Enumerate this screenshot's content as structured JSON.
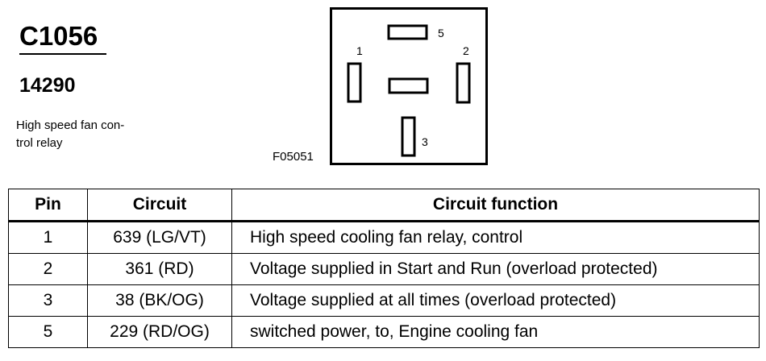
{
  "connector": {
    "id": "C1056",
    "part_number": "14290",
    "description": "High speed fan con-\ntrol relay",
    "figure_id": "F05051"
  },
  "diagram": {
    "pin_labels": {
      "pin1": "1",
      "pin2": "2",
      "pin3": "3",
      "pin5": "5"
    }
  },
  "table": {
    "headers": {
      "pin": "Pin",
      "circuit": "Circuit",
      "function": "Circuit function"
    },
    "rows": [
      {
        "pin": "1",
        "circuit": "639 (LG/VT)",
        "function": "High speed cooling fan relay, control"
      },
      {
        "pin": "2",
        "circuit": "361 (RD)",
        "function": "Voltage supplied in Start and Run (overload protected)"
      },
      {
        "pin": "3",
        "circuit": "38 (BK/OG)",
        "function": "Voltage supplied at all times (overload protected)"
      },
      {
        "pin": "5",
        "circuit": "229 (RD/OG)",
        "function": "switched power, to, Engine cooling fan"
      }
    ]
  }
}
